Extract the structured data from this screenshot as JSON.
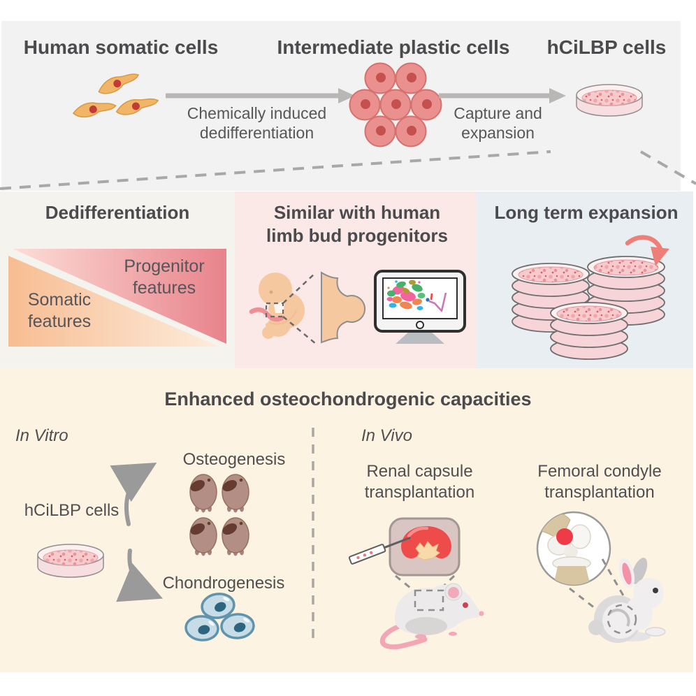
{
  "top": {
    "heading_somatic": "Human somatic cells",
    "heading_intermediate": "Intermediate plastic cells",
    "heading_hcilbp": "hCiLBP cells",
    "arrow1_label": "Chemically induced\ndedifferentiation",
    "arrow2_label": "Capture and\nexpansion"
  },
  "panels": {
    "dedifferentiation": {
      "title": "Dedifferentiation",
      "somatic_label": "Somatic\nfeatures",
      "progenitor_label": "Progenitor\nfeatures"
    },
    "limb_bud": {
      "title": "Similar with human\nlimb bud progenitors"
    },
    "expansion": {
      "title": "Long term expansion"
    }
  },
  "bottom": {
    "title": "Enhanced osteochondrogenic capacities",
    "in_vitro": {
      "label": "In Vitro",
      "cells_label": "hCiLBP cells",
      "osteogenesis_label": "Osteogenesis",
      "chondrogenesis_label": "Chondrogenesis"
    },
    "in_vivo": {
      "label": "In Vivo",
      "renal_label": "Renal capsule\ntransplantation",
      "femoral_label": "Femoral condyle\ntransplantation"
    }
  },
  "palette": {
    "top_bg": "#f2f2f2",
    "panel_dedifferentiation_bg": "#f4f3ee",
    "panel_limb_bud_bg": "#fbe9e8",
    "panel_expansion_bg": "#e9eef2",
    "bottom_bg": "#fdf3e2",
    "fibroblast_orange": "#f0b566",
    "plastic_cell_pink": "#ea9190",
    "progenitor_pink": "#e8838b",
    "somatic_peach": "#f7bd92",
    "arrow_gray": "#b9b7b6",
    "salmon_arrow": "#ee7f78",
    "osteoblast_brown": "#b28e85",
    "chondrocyte_blue": "#c6dce6",
    "kidney_red": "#ee4b4b",
    "text_dark": "#4b4b4d"
  },
  "icons": {
    "fibroblast-cells-icon": "three spindle somatic cells",
    "plastic-cell-cluster-icon": "cluster of seven round cells",
    "petri-dish-icon": "culture dish with pink cells",
    "zoom-callout-icon": "dashed magnification lines",
    "embryo-icon": "human embryo",
    "limb-bud-icon": "limb bud cross-section",
    "monitor-icon": "screen with single-cell UMAP plot",
    "dish-stack-icon": "stacked culture dishes",
    "cycle-arrow-icon": "passaging arrow",
    "osteoblast-cells-icon": "bone cells",
    "chondrocyte-cells-icon": "cartilage cells",
    "syringe-icon": "injection needle",
    "kidney-icon": "kidney with graft",
    "mouse-icon": "laboratory mouse",
    "knee-joint-icon": "femoral condyle joint with graft",
    "rabbit-icon": "laboratory rabbit"
  }
}
